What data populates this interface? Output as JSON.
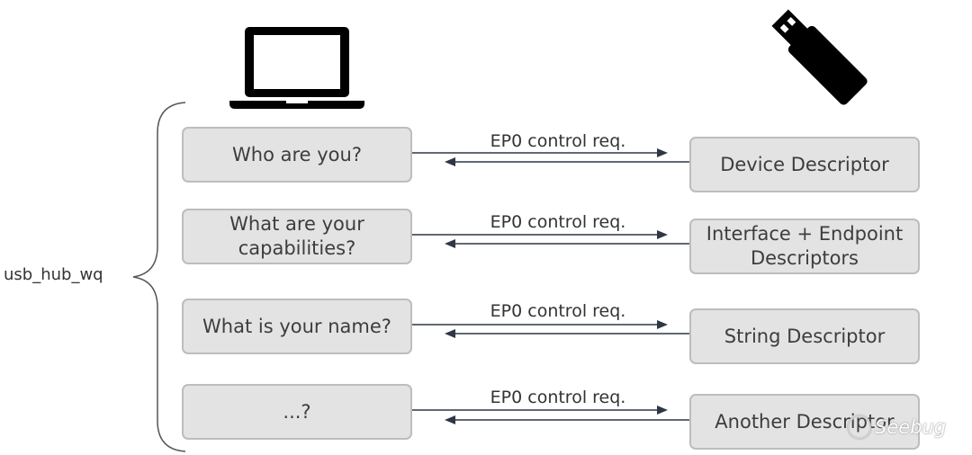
{
  "worker_label": "usb_hub_wq",
  "rows": [
    {
      "question": "Who are you?",
      "arrow_label": "EP0 control req.",
      "answer": "Device Descriptor"
    },
    {
      "question": "What are your\ncapabilities?",
      "arrow_label": "EP0 control req.",
      "answer": "Interface + Endpoint\nDescriptors"
    },
    {
      "question": "What is your name?",
      "arrow_label": "EP0 control req.",
      "answer": "String Descriptor"
    },
    {
      "question": "...?",
      "arrow_label": "EP0 control req.",
      "answer": "Another Descriptor"
    }
  ],
  "icons": {
    "host": "laptop-icon",
    "device": "usb-stick-icon",
    "watermark": "seebug-logo-icon"
  },
  "watermark": "Seebug",
  "colors": {
    "box_fill": "#e3e3e3",
    "box_border": "#bdbdbd",
    "arrow": "#2f3645",
    "text": "#3d3d3d"
  }
}
